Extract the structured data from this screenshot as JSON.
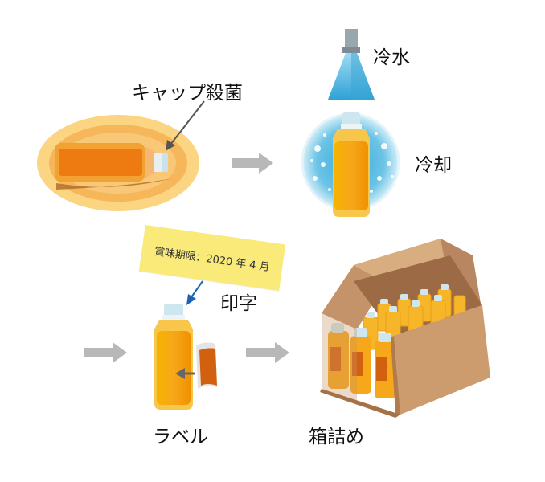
{
  "labels": {
    "cap_sterilize": "キャップ殺菌",
    "cold_water": "冷水",
    "cooling": "冷却",
    "print": "印字",
    "label": "ラベル",
    "boxing": "箱詰め"
  },
  "sticky_note": "賞味期限：2020 年 4 月",
  "colors": {
    "bottle_orange": "#f7a51b",
    "bottle_dark": "#f08a00",
    "label_orange": "#d2610f",
    "cap": "#bfe3ef",
    "box": "#cc9c6e",
    "box_dark": "#b07b4e",
    "arrow_gray": "#b8b8b8",
    "sticky": "#f9ea7a",
    "print_arrow": "#1f62b5"
  }
}
